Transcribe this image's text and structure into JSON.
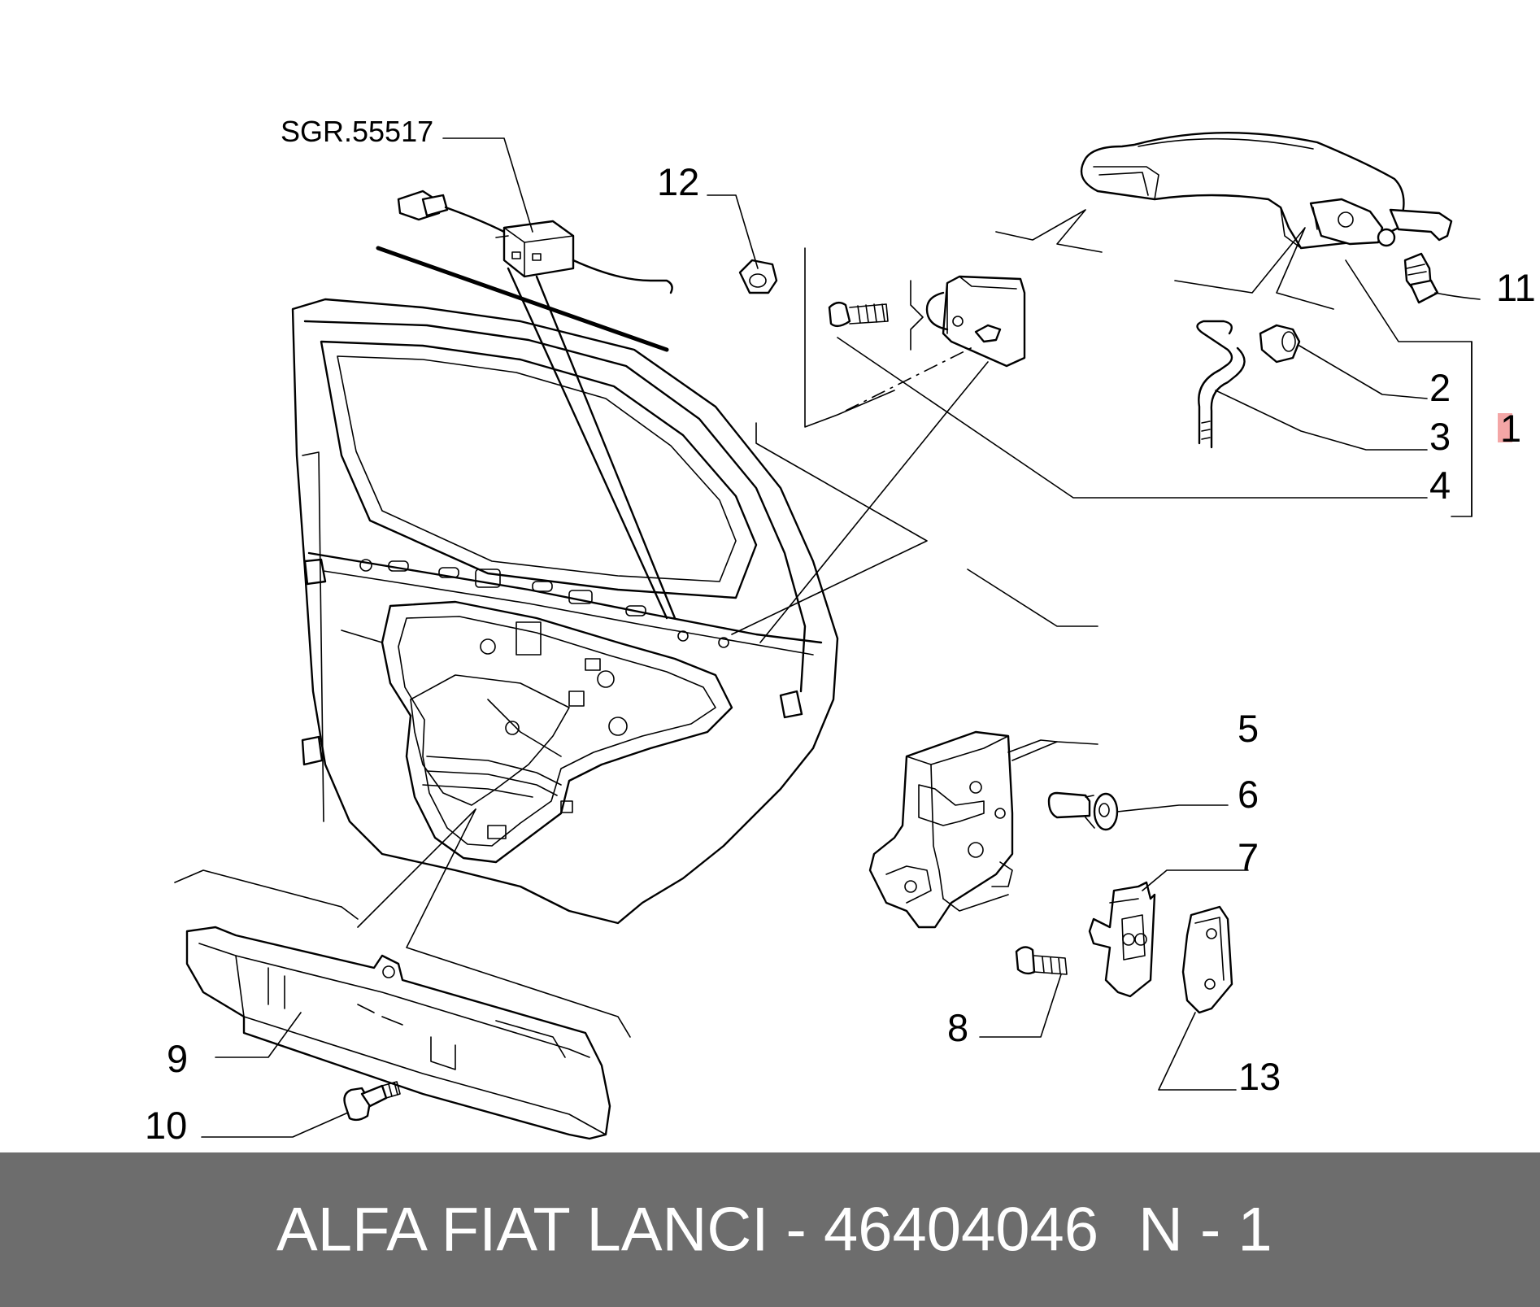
{
  "callouts": {
    "sgr": "SGR.55517",
    "c1": "1",
    "c2": "2",
    "c3": "3",
    "c4": "4",
    "c5": "5",
    "c6": "6",
    "c7": "7",
    "c8": "8",
    "c9": "9",
    "c10": "10",
    "c11": "11",
    "c12": "12",
    "c13": "13"
  },
  "footer": {
    "text": "ALFA FIAT LANCI - 46404046",
    "page": "N - 1"
  },
  "colors": {
    "footer_bg": "#6d6d6d",
    "highlight": "#f4a6a6"
  }
}
